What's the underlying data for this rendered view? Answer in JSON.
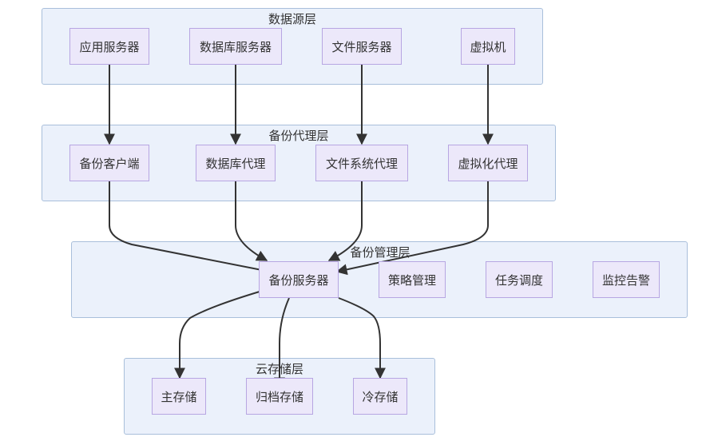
{
  "layers": {
    "source": {
      "title": "数据源层"
    },
    "agent": {
      "title": "备份代理层"
    },
    "manage": {
      "title": "备份管理层"
    },
    "storage": {
      "title": "云存储层"
    }
  },
  "nodes": {
    "app_server": "应用服务器",
    "db_server": "数据库服务器",
    "file_server": "文件服务器",
    "vm": "虚拟机",
    "backup_client": "备份客户端",
    "db_agent": "数据库代理",
    "fs_agent": "文件系统代理",
    "virt_agent": "虚拟化代理",
    "backup_server": "备份服务器",
    "policy_mgmt": "策略管理",
    "task_schedule": "任务调度",
    "monitor_alert": "监控告警",
    "primary_storage": "主存储",
    "archive_storage": "归档存储",
    "cold_storage": "冷存储"
  },
  "colors": {
    "layer_fill": "#ebf1fb",
    "layer_border": "#a9bfdb",
    "node_fill": "#ece8fa",
    "node_border": "#b7a6e2",
    "edge": "#333333"
  }
}
